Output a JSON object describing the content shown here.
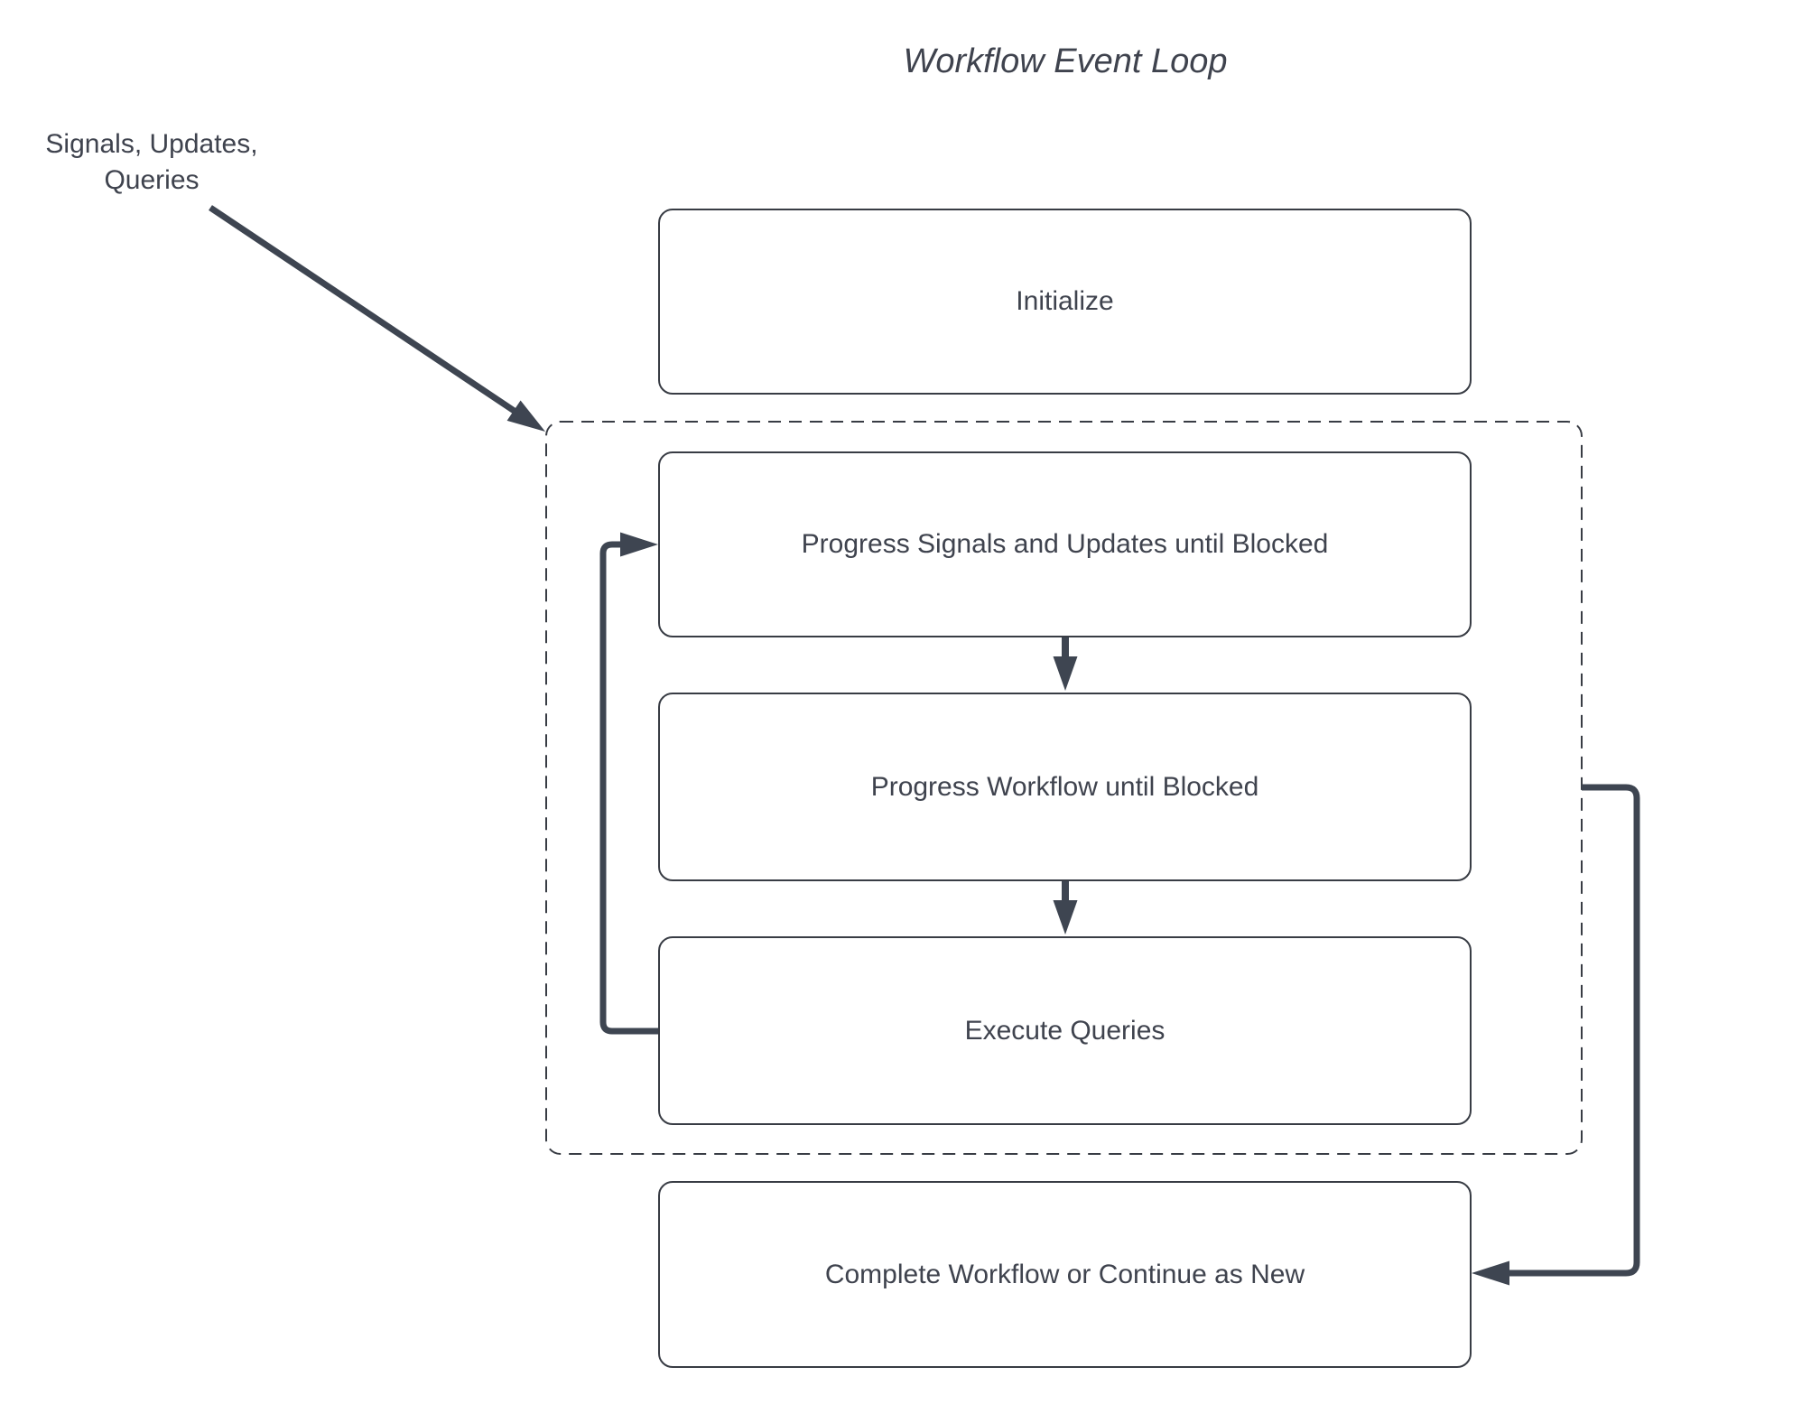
{
  "title": "Workflow Event Loop",
  "side_label": {
    "line1": "Signals, Updates,",
    "line2": "Queries"
  },
  "nodes": {
    "initialize": "Initialize",
    "progress_signals": "Progress Signals and Updates until Blocked",
    "progress_workflow": "Progress Workflow until Blocked",
    "execute_queries": "Execute Queries",
    "complete_workflow": "Complete Workflow or Continue as New"
  },
  "container": {
    "name": "event-loop-dashed-group",
    "style": "dashed"
  },
  "edges": [
    {
      "from": "signals-updates-queries-label",
      "to": "event-loop-dashed-group",
      "type": "arrow"
    },
    {
      "from": "progress_signals",
      "to": "progress_workflow",
      "type": "arrow"
    },
    {
      "from": "progress_workflow",
      "to": "execute_queries",
      "type": "arrow"
    },
    {
      "from": "execute_queries",
      "to": "progress_signals",
      "type": "loop-back-arrow"
    },
    {
      "from": "event-loop-dashed-group",
      "to": "complete_workflow",
      "type": "arrow"
    }
  ],
  "colors": {
    "background": "#ffffff",
    "node_fill": "#ffffff",
    "node_border": "#383c44",
    "arrow": "#3e4551",
    "text": "#3f434e"
  }
}
